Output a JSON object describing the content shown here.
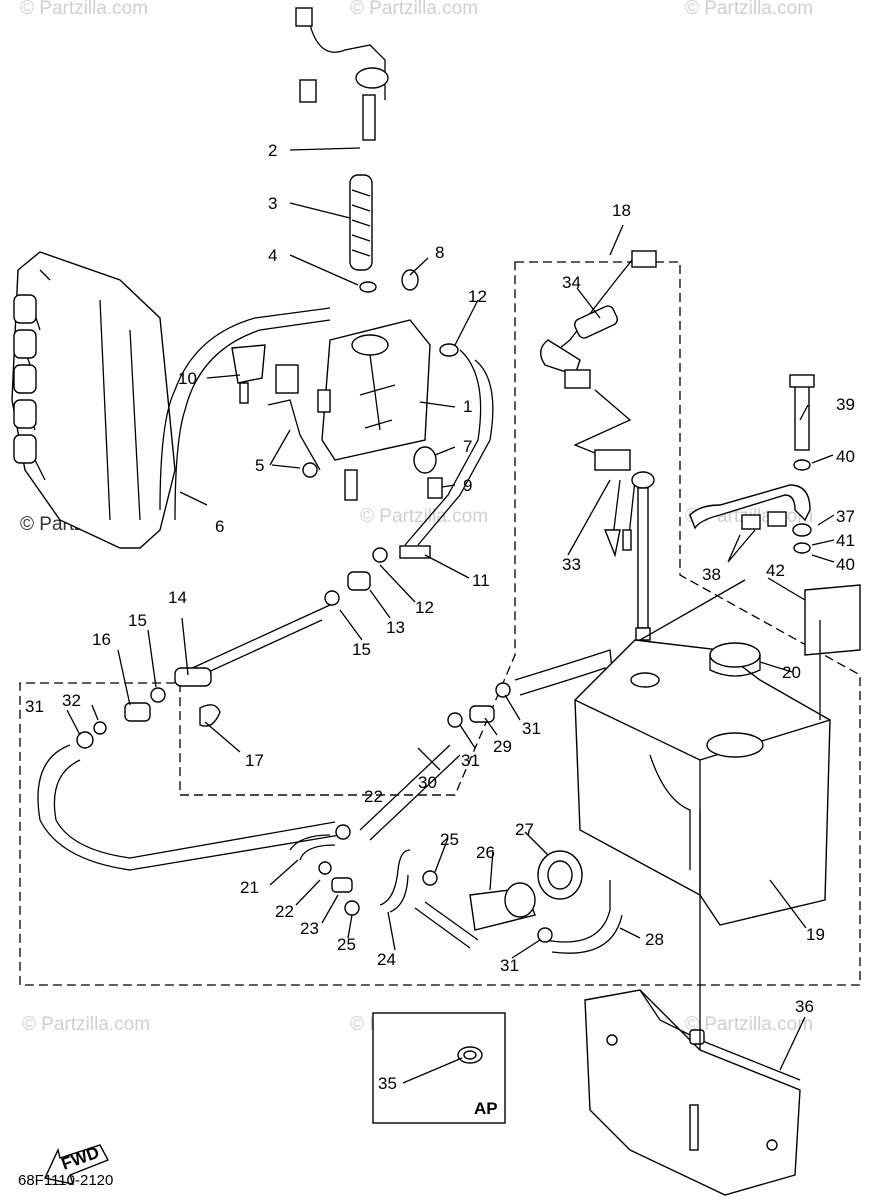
{
  "watermarks": [
    "© Partzilla.com",
    "© Partzilla.com",
    "© Partzilla.com",
    "© Partzilla.com",
    "© Partzilla.com",
    "© Partzilla.com",
    "© Partzilla.com",
    "© Partzilla.com"
  ],
  "partzilla_label": "© Partzilla.com",
  "part_labels": {
    "p1": "1",
    "p2": "2",
    "p3": "3",
    "p4": "4",
    "p5": "5",
    "p6": "6",
    "p7": "7",
    "p8": "8",
    "p9": "9",
    "p10": "10",
    "p11": "11",
    "p12a": "12",
    "p12b": "12",
    "p13": "13",
    "p14": "14",
    "p15a": "15",
    "p15b": "15",
    "p16": "16",
    "p17": "17",
    "p18": "18",
    "p19": "19",
    "p20": "20",
    "p21": "21",
    "p22a": "22",
    "p22b": "22",
    "p23": "23",
    "p24": "24",
    "p25a": "25",
    "p25b": "25",
    "p26": "26",
    "p27": "27",
    "p28": "28",
    "p29": "29",
    "p30": "30",
    "p31a": "31",
    "p31b": "31",
    "p31c": "31",
    "p31d": "31",
    "p32": "32",
    "p33": "33",
    "p34": "34",
    "p35": "35",
    "p36": "36",
    "p37": "37",
    "p38": "38",
    "p39": "39",
    "p40a": "40",
    "p40b": "40",
    "p41": "41",
    "p42": "42"
  },
  "inset_label": "AP",
  "fwd_label": "FWD",
  "diagram_code": "68F1110-2120"
}
